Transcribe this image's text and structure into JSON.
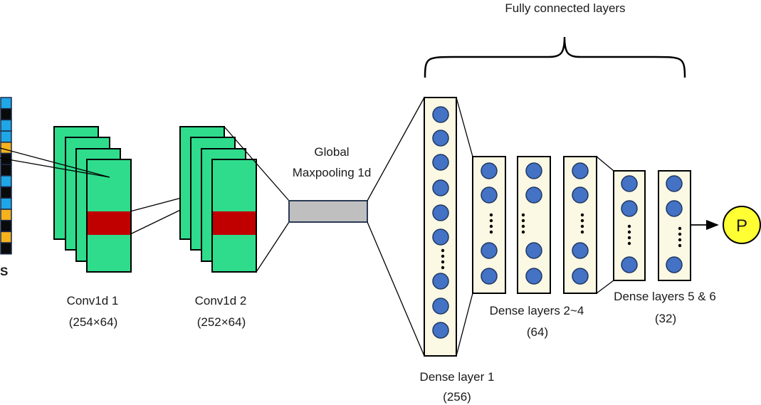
{
  "labels": {
    "input": "S",
    "conv1_name": "Conv1d 1",
    "conv1_shape": "(254×64)",
    "conv2_name": "Conv1d 2",
    "conv2_shape": "(252×64)",
    "pool_line1": "Global",
    "pool_line2": "Maxpooling 1d",
    "fc_group": "Fully connected layers",
    "dense1_name": "Dense layer 1",
    "dense1_units": "(256)",
    "dense24_name": "Dense layers 2~4",
    "dense24_units": "(64)",
    "dense56_name": "Dense layers 5 & 6",
    "dense56_units": "(32)",
    "output": "P"
  },
  "colors": {
    "input_cell_colors": [
      "#1fa6e6",
      "#0a0a0a",
      "#1fa6e6",
      "#1fa6e6",
      "#f5b21b",
      "#0a0a0a",
      "#0a0a0a",
      "#1fa6e6",
      "#0a0a0a",
      "#1fa6e6",
      "#f5b21b",
      "#0a0a0a",
      "#f5b21b",
      "#0a0a0a"
    ],
    "feature_map": "#2edc8c",
    "kernel_highlight": "#c00000",
    "pool_bar": "#bfbfbf",
    "dense_fill": "#fbf8e3",
    "neuron": "#4472c4",
    "output_node": "#ffff33"
  },
  "icons": {
    "ellipsis": "vertical-dots",
    "arrow": "arrow-right"
  }
}
